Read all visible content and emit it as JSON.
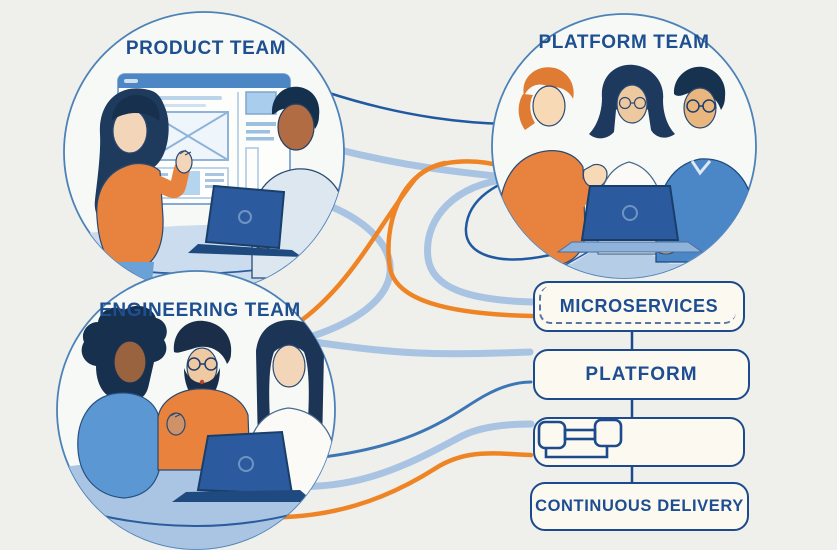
{
  "teams": [
    {
      "id": "product-team",
      "label": "PRODUCT TEAM"
    },
    {
      "id": "platform-team",
      "label": "PLATFORM TEAM"
    },
    {
      "id": "engineering-team",
      "label": "ENGINEERING TEAM"
    }
  ],
  "nodes": [
    {
      "id": "microservices",
      "label": "MICROSERVICES"
    },
    {
      "id": "platform",
      "label": "PLATFORM"
    },
    {
      "id": "pipeline",
      "label": "",
      "icon": "pipeline-blocks-icon"
    },
    {
      "id": "continuous-delivery",
      "label": "CONTINUOUS DELIVERY"
    }
  ],
  "edges": [
    {
      "from": "product-team",
      "to": "platform-team",
      "style": "thin-navy"
    },
    {
      "from": "product-team",
      "to": "platform-team",
      "style": "thick-lightblue"
    },
    {
      "from": "product-team",
      "to": "engineering-team",
      "style": "thick-lightblue"
    },
    {
      "from": "engineering-team",
      "to": "platform-team",
      "style": "orange"
    },
    {
      "from": "platform-team",
      "to": "microservices",
      "style": "orange-loop"
    },
    {
      "from": "platform-team",
      "to": "microservices",
      "style": "lightblue-loop"
    },
    {
      "from": "platform-team",
      "to": "platform-team",
      "style": "thin-navy-loop"
    },
    {
      "from": "engineering-team",
      "to": "platform",
      "style": "thick-lightblue"
    },
    {
      "from": "engineering-team",
      "to": "platform",
      "style": "thin-navy"
    },
    {
      "from": "engineering-team",
      "to": "pipeline",
      "style": "thick-lightblue"
    },
    {
      "from": "engineering-team",
      "to": "pipeline",
      "style": "orange"
    },
    {
      "from": "microservices",
      "to": "platform",
      "style": "thin-navy"
    },
    {
      "from": "platform",
      "to": "pipeline",
      "style": "thin-navy"
    },
    {
      "from": "pipeline",
      "to": "continuous-delivery",
      "style": "thin-navy"
    }
  ],
  "colors": {
    "background": "#efefec",
    "navy": "#1c4a8c",
    "text_navy": "#1d4f91",
    "orange": "#ef8425",
    "light_blue_line": "#a9c4e2",
    "table_blue": "#aec7e4",
    "laptop_blue": "#2b5b9e",
    "box_fill": "#fcf9f0",
    "circle_fill": "#f7f9f6"
  }
}
